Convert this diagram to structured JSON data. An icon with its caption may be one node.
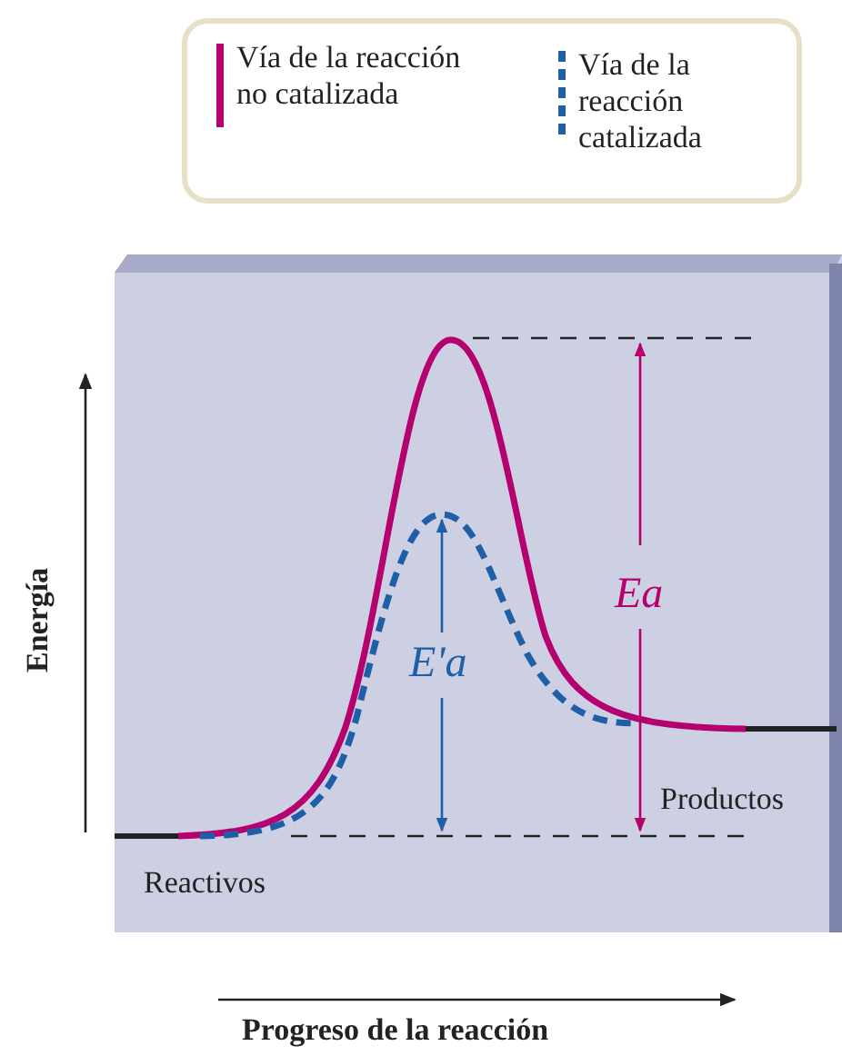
{
  "diagram": {
    "labels": [
      "Ea",
      "E'a",
      "Productos",
      "Reactivos",
      "Energía",
      "Progreso de la reacción"
    ],
    "legend": [
      {
        "text": "Vía de la reacción no catalizada",
        "color": "#b5006f"
      },
      {
        "text": "Vía de la reacción catalizada",
        "color": "#1f5fa8"
      }
    ]
  }
}
